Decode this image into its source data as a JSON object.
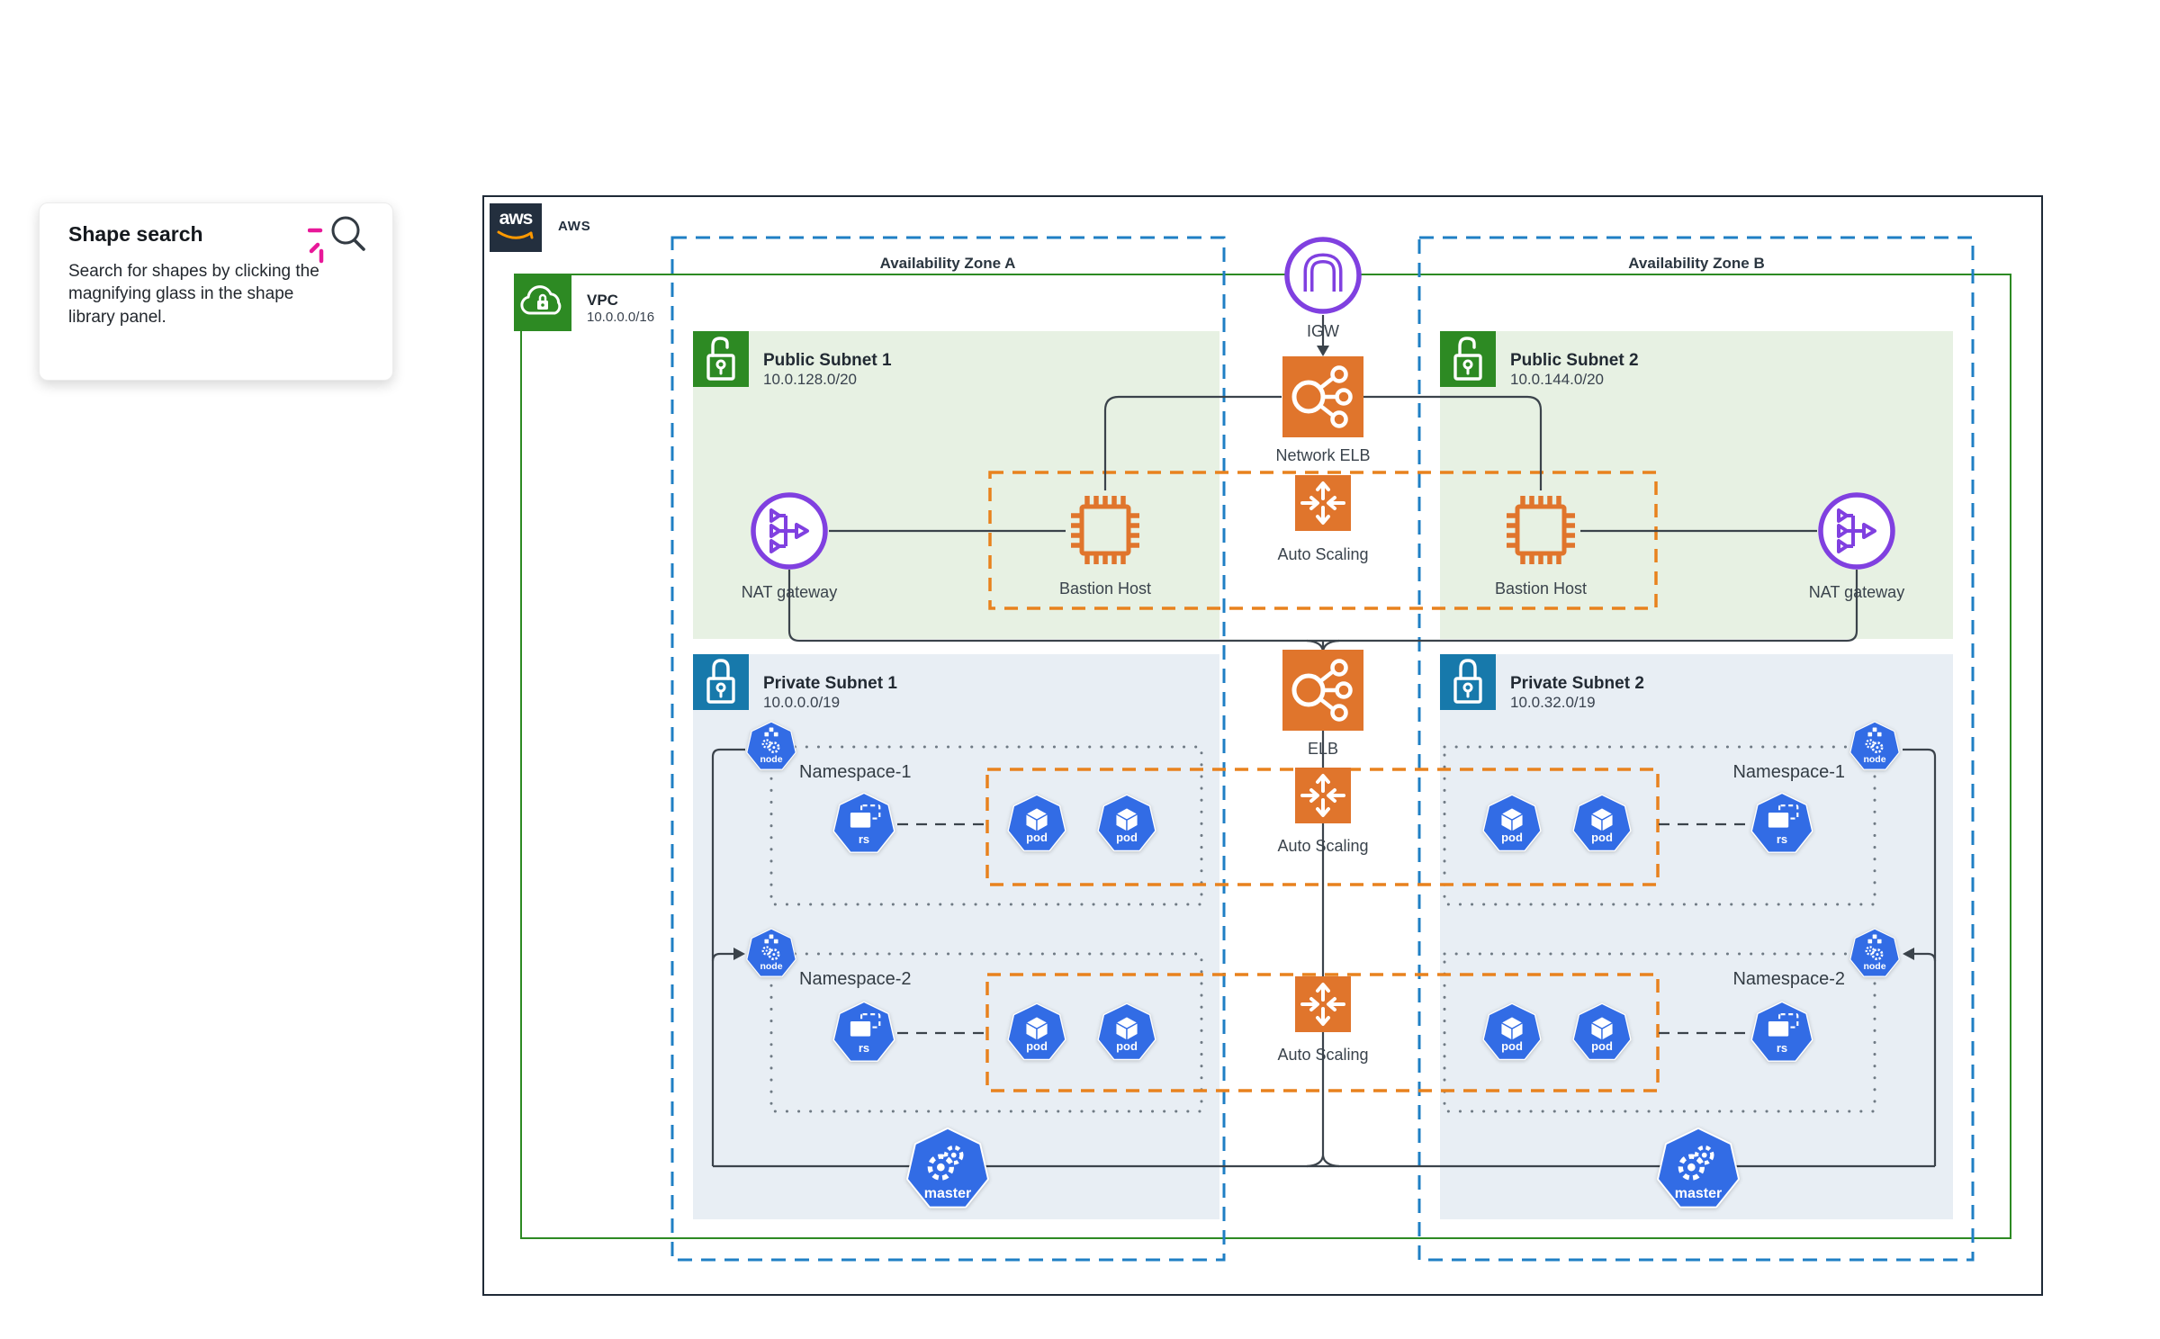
{
  "callout": {
    "title": "Shape search",
    "body": "Search for shapes by clicking the magnifying glass in the shape library panel.",
    "accent_color": "#E81899"
  },
  "header": {
    "logo_text": "aws",
    "app_label": "AWS"
  },
  "vpc": {
    "title": "VPC",
    "cidr": "10.0.0.0/16"
  },
  "zones": {
    "a": "Availability Zone A",
    "b": "Availability Zone B"
  },
  "subnets": {
    "public1": {
      "title": "Public Subnet 1",
      "cidr": "10.0.128.0/20"
    },
    "public2": {
      "title": "Public Subnet 2",
      "cidr": "10.0.144.0/20"
    },
    "private1": {
      "title": "Private Subnet 1",
      "cidr": "10.0.0.0/19"
    },
    "private2": {
      "title": "Private Subnet 2",
      "cidr": "10.0.32.0/19"
    }
  },
  "nodes": {
    "igw": "IGW",
    "network_elb": "Network ELB",
    "elb": "ELB",
    "auto_scaling": "Auto Scaling",
    "nat": "NAT gateway",
    "bastion": "Bastion Host"
  },
  "k8s": {
    "pod": "pod",
    "rs": "rs",
    "node": "node",
    "master": "master",
    "namespace1": "Namespace-1",
    "namespace2": "Namespace-2"
  },
  "colors": {
    "aws_navy": "#232F3E",
    "aws_smile_orange": "#FF9900",
    "aws_orange": "#E0752C",
    "orange_group_dash": "#E8821E",
    "purple": "#8040E0",
    "green": "#2D8A23",
    "green_subnet_bg": "#E7F1E3",
    "blue_subnet": "#1779AB",
    "blue_subnet_bg": "#E8EEF4",
    "az_dash_blue": "#1F7FC4",
    "kubernetes_blue": "#326CE5",
    "line": "#3B434B",
    "callout_pink": "#E81899"
  }
}
